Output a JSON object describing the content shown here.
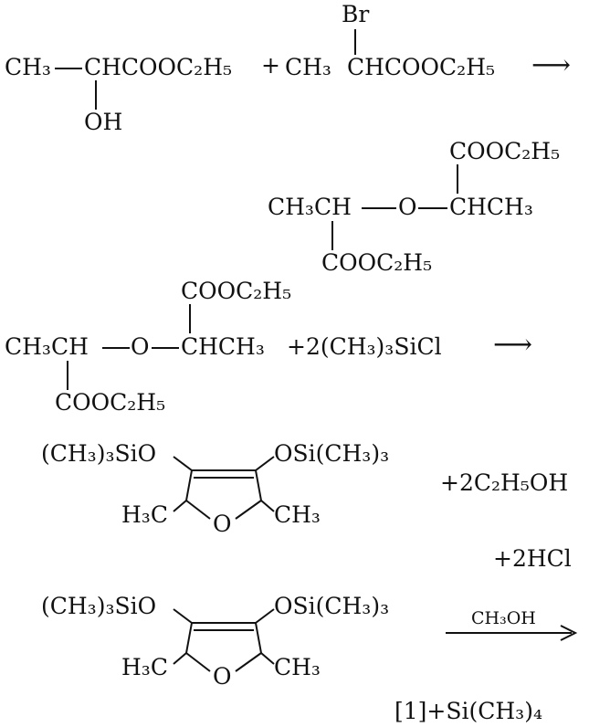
{
  "reaction1": {
    "reactant_a_left": "CH₃",
    "reactant_a_right": "CHCOOC₂H₅",
    "reactant_a_oh": "OH",
    "plus": "+",
    "reactant_b_br": "Br",
    "reactant_b_left": "CH₃",
    "reactant_b_right": "CHCOOC₂H₅",
    "arrow": "⟶",
    "product_left": "CH₃CH",
    "product_o": "O",
    "product_right": "CHCH₃",
    "product_top_sub": "COOC₂H₅",
    "product_bottom_sub": "COOC₂H₅"
  },
  "reaction2": {
    "reactant_left": "CH₃CH",
    "reactant_o": "O",
    "reactant_right": "CHCH₃",
    "reactant_top_sub": "COOC₂H₅",
    "reactant_bottom_sub": "COOC₂H₅",
    "plus_reagent": "+2(CH₃)₃SiCl",
    "arrow": "⟶",
    "ring_left_sub": "(CH₃)₃SiO",
    "ring_right_sub": "OSi(CH₃)₃",
    "ring_h3c": "H₃C",
    "ring_o": "O",
    "ring_ch3": "CH₃",
    "byproduct_1": "+2C₂H₅OH",
    "byproduct_2": "+2HCl"
  },
  "reaction3": {
    "ring_left_sub": "(CH₃)₃SiO",
    "ring_right_sub": "OSi(CH₃)₃",
    "ring_h3c": "H₃C",
    "ring_o": "O",
    "ring_ch3": "CH₃",
    "arrow_label": "CH₃OH",
    "product": "[1]+Si(CH₃)₄"
  }
}
